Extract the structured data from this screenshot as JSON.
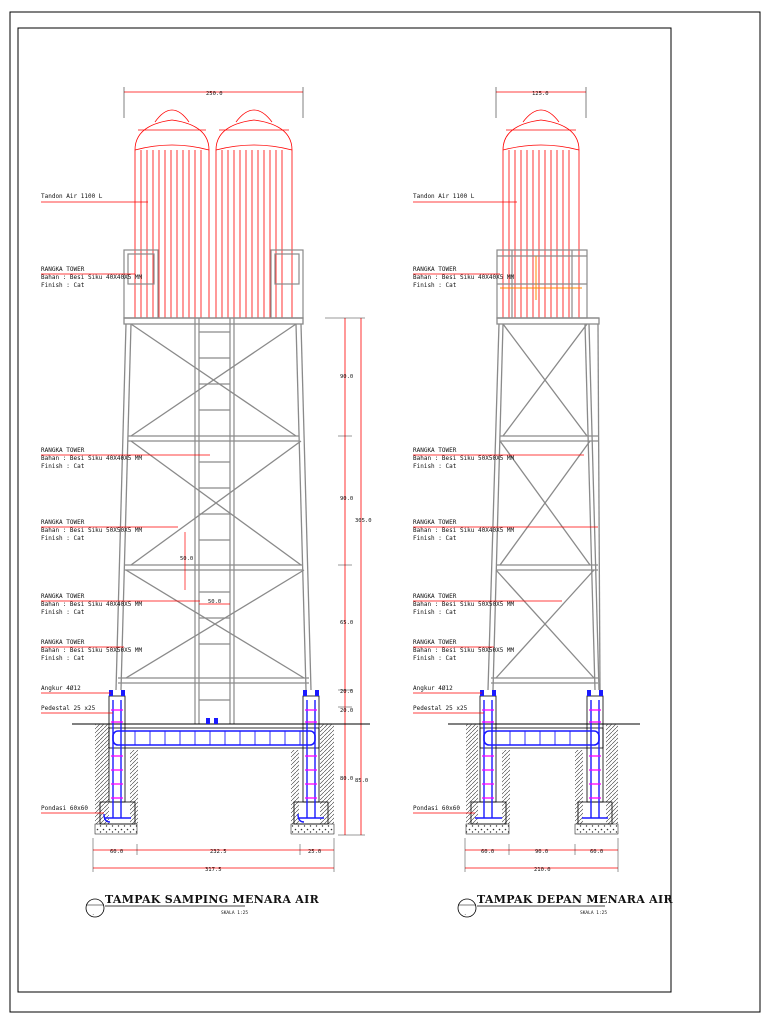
{
  "drawing": {
    "side": {
      "title": "TAMPAK SAMPING MENARA AIR",
      "scale": "SKALA 1:25",
      "labels": {
        "tank": "Tandon Air 1100 L",
        "frame1": [
          "RANGKA TOWER",
          "Bahan : Besi Siku 40X40X5 MM",
          "Finish : Cat"
        ],
        "frame2": [
          "RANGKA TOWER",
          "Bahan : Besi Siku 40X40X5 MM",
          "Finish : Cat"
        ],
        "frame3": [
          "RANGKA TOWER",
          "Bahan : Besi Siku 50X50X5 MM",
          "Finish : Cat"
        ],
        "frame4": [
          "RANGKA TOWER",
          "Bahan : Besi Siku 40X40X5 MM",
          "Finish : Cat"
        ],
        "frame5": [
          "RANGKA TOWER",
          "Bahan : Besi Siku 50X50X5 MM",
          "Finish : Cat"
        ],
        "anchor": "Angkur 4Ø12",
        "pedestal": "Pedestal 25 x25",
        "footing": "Pondasi 60x60"
      },
      "dims": {
        "top": "250.0",
        "v1": "90.0",
        "v2": "90.0",
        "v3": "65.0",
        "v4": "20.0",
        "v5": "20.0",
        "v6": "80.0",
        "vtotal": "305.0",
        "vbottom": "85.0",
        "ladder": "50.0",
        "rung": "50.0",
        "b1": "60.0",
        "b2": "232.5",
        "b3": "25.0",
        "btotal": "317.5"
      }
    },
    "front": {
      "title": "TAMPAK DEPAN MENARA AIR",
      "scale": "SKALA 1:25",
      "labels": {
        "tank": "Tandon Air 1100 L",
        "frame1": [
          "RANGKA TOWER",
          "Bahan : Besi Siku 40X40X5 MM",
          "Finish : Cat"
        ],
        "frame2": [
          "RANGKA TOWER",
          "Bahan : Besi Siku 50X50X5 MM",
          "Finish : Cat"
        ],
        "frame3": [
          "RANGKA TOWER",
          "Bahan : Besi Siku 40X40X5 MM",
          "Finish : Cat"
        ],
        "frame4": [
          "RANGKA TOWER",
          "Bahan : Besi Siku 50X50X5 MM",
          "Finish : Cat"
        ],
        "frame5": [
          "RANGKA TOWER",
          "Bahan : Besi Siku 50X50X5 MM",
          "Finish : Cat"
        ],
        "anchor": "Angkur 4Ø12",
        "pedestal": "Pedestal 25 x25",
        "footing": "Pondasi 60x60"
      },
      "dims": {
        "top": "125.0",
        "b1": "60.0",
        "b2": "90.0",
        "b3": "60.0",
        "btotal": "210.0"
      }
    }
  },
  "colors": {
    "tank": "#ff0000",
    "leader": "#ff0000",
    "frame": "#8a8a8a",
    "rebar": "#1a1aff",
    "stirrup": "#ff00ff",
    "line": "#000000"
  }
}
